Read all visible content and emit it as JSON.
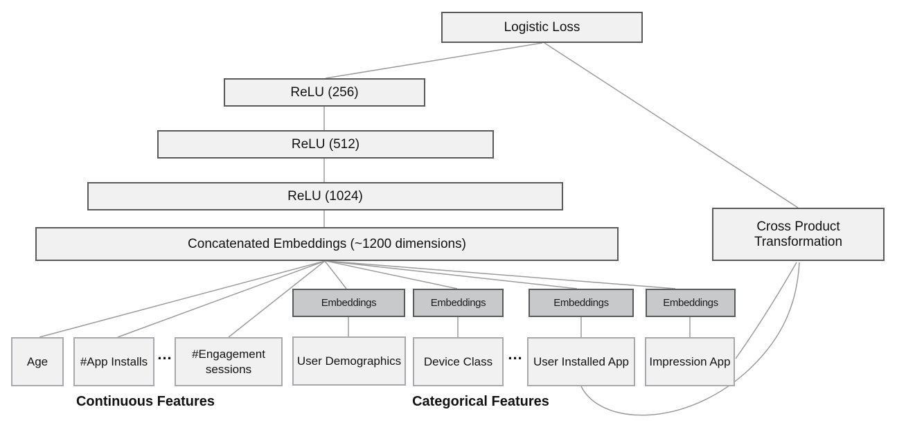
{
  "diagram": {
    "nodes": {
      "logistic_loss": {
        "label": "Logistic Loss"
      },
      "relu_256": {
        "label": "ReLU (256)"
      },
      "relu_512": {
        "label": "ReLU (512)"
      },
      "relu_1024": {
        "label": "ReLU (1024)"
      },
      "concat_embeddings": {
        "label": "Concatenated Embeddings (~1200 dimensions)"
      },
      "cross_product": {
        "label": "Cross Product Transformation"
      },
      "age": {
        "label": "Age"
      },
      "app_installs": {
        "label": "#App Installs"
      },
      "engagement_sessions": {
        "label": "#Engagement sessions"
      },
      "user_demographics": {
        "label": "User Demographics"
      },
      "device_class": {
        "label": "Device Class"
      },
      "user_installed_app": {
        "label": "User Installed App"
      },
      "impression_app": {
        "label": "Impression App"
      }
    },
    "embeddings_label": "Embeddings",
    "ellipsis": "...",
    "group_labels": {
      "continuous": "Continuous Features",
      "categorical": "Categorical Features"
    },
    "colors": {
      "box_fill": "#f1f1f2",
      "box_border": "#58595b",
      "embeddings_fill": "#c8c9cb",
      "feature_border": "#a7a9ac",
      "edge_line": "#9b9b9b",
      "text": "#111111",
      "background": "#ffffff"
    }
  }
}
